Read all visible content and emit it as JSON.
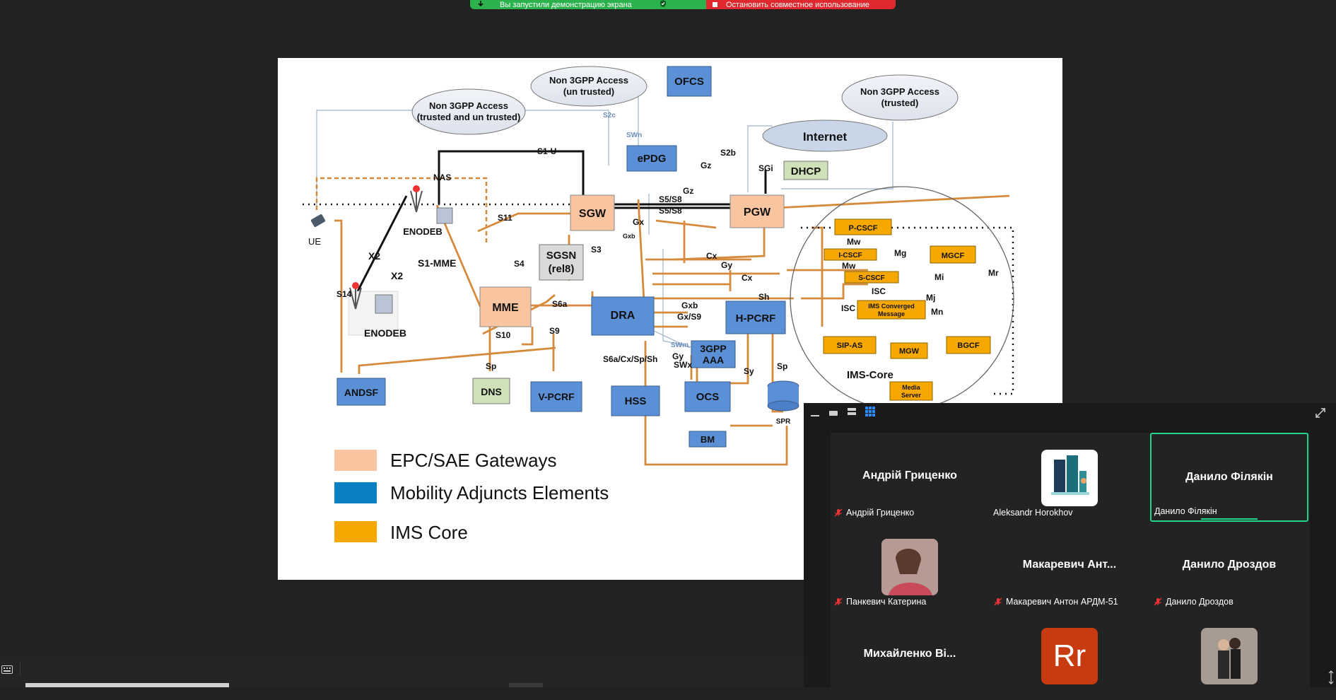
{
  "banners": {
    "sharing": "Вы запустили демонстрацию экрана",
    "stop": "Остановить совместное использование"
  },
  "colors": {
    "gateway": "#f9c4a0",
    "mobility": "#5b8fd6",
    "ims": "#f6a800",
    "line": "#d68a3c",
    "sharing_green": "#2bb24c",
    "stop_red": "#e0282e",
    "active_speaker": "#23d58a"
  },
  "diagram": {
    "ellipses": {
      "non3gpp_trusted_untrusted": [
        "Non 3GPP Access",
        "(trusted and un trusted)"
      ],
      "non3gpp_untrusted": [
        "Non 3GPP Access",
        "(un trusted)"
      ],
      "non3gpp_trusted": [
        "Non 3GPP Access",
        "(trusted)"
      ],
      "internet": "Internet",
      "ims_core": "IMS-Core"
    },
    "nodes": {
      "ofcs": "OFCS",
      "epdg": "ePDG",
      "dhcp": "DHCP",
      "sgw": "SGW",
      "pgw": "PGW",
      "sgsn": [
        "SGSN",
        "(rel8)"
      ],
      "mme": "MME",
      "dra": "DRA",
      "hpcrf": "H-PCRF",
      "aaa": [
        "3GPP",
        "AAA"
      ],
      "andsf": "ANDSF",
      "dns": "DNS",
      "vpcrf": "V-PCRF",
      "hss": "HSS",
      "ocs": "OCS",
      "bm": "BM",
      "spr": "SPR",
      "ue": "UE",
      "enodeb_top": "ENODEB",
      "enodeb_bottom": "ENODEB",
      "pcscf": "P-CSCF",
      "icscf": "I-CSCF",
      "scscf": "S-CSCF",
      "mgcf": "MGCF",
      "ims_msg": [
        "IMS Converged",
        "Message"
      ],
      "sipas": "SIP-AS",
      "mgw": "MGW",
      "bgcf": "BGCF",
      "media": [
        "Media",
        "Server"
      ]
    },
    "interfaces": {
      "s1u": "S1-U",
      "nas": "NAS",
      "x2a": "X2",
      "x2b": "X2",
      "s1mme": "S1-MME",
      "s14": "S14",
      "s11": "S11",
      "s4": "S4",
      "s3": "S3",
      "s10": "S10",
      "s6a": "S6a",
      "s9": "S9",
      "sp1": "Sp",
      "sp2": "Sp",
      "gx": "Gx",
      "gxb": "Gxb",
      "gxb2": "Gxb",
      "gx_s9": "Gx/S9",
      "cx1": "Cx",
      "cx2": "Cx",
      "gy1": "Gy",
      "gy2": "Gy",
      "sy": "Sy",
      "sh": "Sh",
      "swm": "SWm",
      "swn": "SWn",
      "swx": "SWx",
      "s6a_cx": "S6a/Cx/Sp/Sh",
      "s2c": "S2c",
      "s2b": "S2b",
      "gz1": "Gz",
      "gz2": "Gz",
      "s5s8a": "S5/S8",
      "s5s8b": "S5/S8",
      "sgi": "SGi",
      "mw1": "Mw",
      "mw2": "Mw",
      "mg": "Mg",
      "mi": "Mi",
      "mj": "Mj",
      "mn": "Mn",
      "mr": "Mr",
      "isc1": "ISC",
      "isc2": "ISC"
    },
    "legend": [
      {
        "label": "EPC/SAE Gateways",
        "color": "#f9c4a0"
      },
      {
        "label": "Mobility Adjuncts Elements",
        "color": "#0a7fc2"
      },
      {
        "label": "IMS Core",
        "color": "#f6a800"
      }
    ]
  },
  "participants": [
    {
      "big": "Андрій Гриценко",
      "label": "Андрій Гриценко",
      "muted": true,
      "avatar": null,
      "active": false
    },
    {
      "big": "",
      "label": "Aleksandr Horokhov",
      "muted": false,
      "avatar": "server-illustration",
      "active": false
    },
    {
      "big": "Данило Філякін",
      "label": "Данило Філякін",
      "muted": false,
      "avatar": null,
      "active": true
    },
    {
      "big": "",
      "label": "Панкевич Катерина",
      "muted": true,
      "avatar": "photo-woman",
      "active": false
    },
    {
      "big": "Макаревич  Ант...",
      "label": "Макаревич Антон АРДМ-51",
      "muted": true,
      "avatar": null,
      "active": false
    },
    {
      "big": "Данило Дроздов",
      "label": "Данило Дроздов",
      "muted": true,
      "avatar": null,
      "active": false
    },
    {
      "big": "Михайленко  Ві...",
      "label": "",
      "muted": false,
      "avatar": null,
      "active": false
    },
    {
      "big": "",
      "label": "",
      "muted": false,
      "avatar": "initials",
      "initials": "Rr",
      "active": false
    },
    {
      "big": "",
      "label": "",
      "muted": false,
      "avatar": "photo-couple",
      "active": false
    }
  ]
}
